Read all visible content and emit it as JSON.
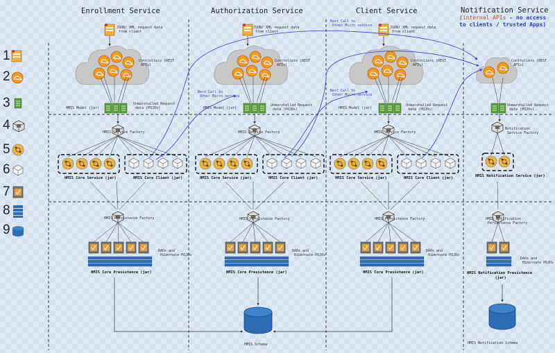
{
  "columns": {
    "enrollment": "Enrollment Service",
    "authorization": "Authorization Service",
    "client": "Client Service",
    "notification": "Notification Service"
  },
  "notification_access": {
    "open_paren": "(",
    "internal": "internal APIs",
    "rest": " - no access",
    "line2": "to clients / trusted Apps)"
  },
  "request_note": "JSON/ XML request data\n from client",
  "controllers_label": "Controllers (REST\n APIs)",
  "model_label": "HMIS Model (jar)",
  "unmarshalled_label": "Unmarshalled Request\n data (POJOs)",
  "service_factory_label": "HMIS Service Factory",
  "notification_factory_label": "Notification\n Service Factory",
  "core_service_label": "HMIS Core Service (jar)",
  "core_client_label": "HMIS Core Client (jar)",
  "notification_service_label": "HMIS Notification Service (jar)",
  "persistence_factory_label": "HMIS Persistence Factory",
  "notif_persistence_factory_label": "HMIS Notification\n Persistence Factory",
  "daos_label": "DAOs and\n Hibernate POJOs",
  "core_persistence_label": "HMIS Core Presistence (jar)",
  "notif_persistence_label": "HMIS Notification Presistence\n (jar)",
  "schema_label": "HMIS Schema",
  "notif_schema_label": "HMIS Notification Schema",
  "rest_call_label": "Rest Call to\n Other Micro service",
  "legend": [
    "1",
    "2",
    "3",
    "4",
    "5",
    "6",
    "7",
    "8",
    "9"
  ],
  "colors": {
    "orange": "#f59a1e",
    "cloud": "#c7c7c7",
    "green": "#5a9e3a",
    "blue": "#2d6db5",
    "arrow": "#3a3ad0",
    "note_red": "#d6452b"
  }
}
